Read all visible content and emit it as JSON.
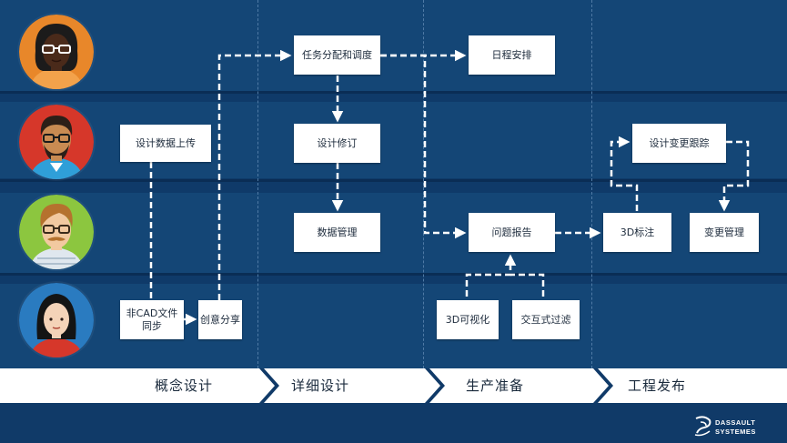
{
  "personas": [
    {
      "name": "persona-1",
      "bg": "#e8872a",
      "skin": "#4a2a1a",
      "hair": "#1c1b1b",
      "shirt": "#f3a24b",
      "glasses": true
    },
    {
      "name": "persona-2",
      "bg": "#d6372a",
      "skin": "#c98b52",
      "hair": "#2c1f18",
      "shirt": "#2f9fd8",
      "glasses": true
    },
    {
      "name": "persona-3",
      "bg": "#8cc63f",
      "skin": "#f2c9a0",
      "hair": "#b5722e",
      "shirt": "#dfe7ee",
      "glasses": true
    },
    {
      "name": "persona-4",
      "bg": "#2a7bc0",
      "skin": "#f4d3b8",
      "hair": "#141414",
      "shirt": "#d6372a",
      "glasses": false
    }
  ],
  "boxes": {
    "design_upload": "设计数据上传",
    "non_cad_sync": "非CAD文件\n同步",
    "idea_share": "创意分享",
    "task_assign": "任务分配和调度",
    "design_revise": "设计修订",
    "data_manage": "数据管理",
    "schedule": "日程安排",
    "issue_report": "问题报告",
    "viz_3d": "3D可视化",
    "interactive_filter": "交互式过滤",
    "annotation_3d": "3D标注",
    "change_tracking": "设计变更跟踪",
    "change_manage": "变更管理"
  },
  "stages": [
    "概念设计",
    "详细设计",
    "生产准备",
    "工程发布"
  ],
  "logo": {
    "line1": "DASSAULT",
    "line2": "SYSTEMES"
  },
  "colors": {
    "background": "#103a68",
    "stage_bar": "#ffffff",
    "connector": "#ffffff"
  }
}
